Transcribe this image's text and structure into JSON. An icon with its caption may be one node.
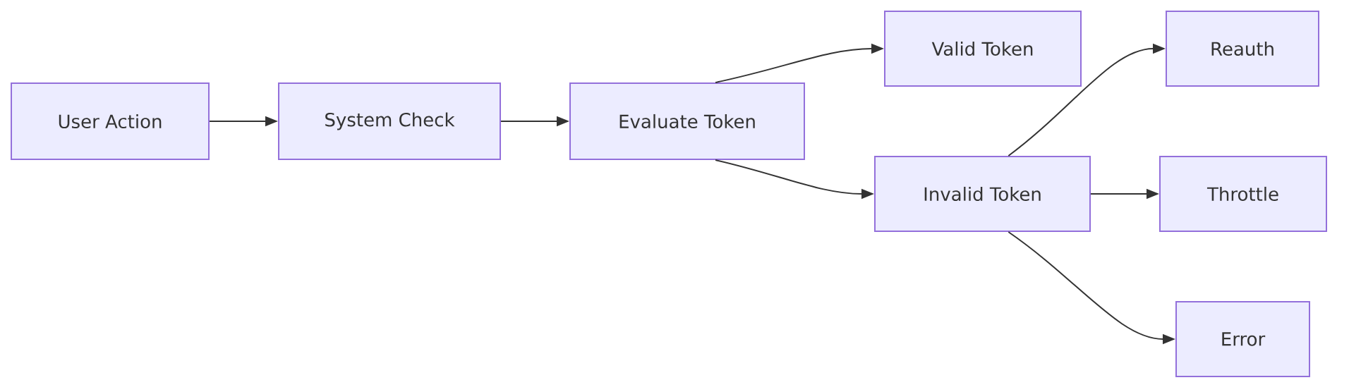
{
  "diagram": {
    "nodes": [
      {
        "text": [
          "User Action"
        ]
      },
      {
        "text": [
          "System Check"
        ]
      },
      {
        "text": [
          "Evaluate Token"
        ]
      },
      {
        "text": [
          "Valid Token"
        ]
      },
      {
        "text": [
          "Invalid Token"
        ]
      },
      {
        "text": [
          "Reauth"
        ]
      },
      {
        "text": [
          "Throttle"
        ]
      },
      {
        "text": [
          "Error"
        ]
      }
    ],
    "edges": [
      {
        "from": 0,
        "to": 1,
        "arrow": "to"
      },
      {
        "from": 1,
        "to": 2,
        "arrow": "to"
      },
      {
        "from": 2,
        "to": 3,
        "arrow": "to"
      },
      {
        "from": 2,
        "to": 4,
        "arrow": "to"
      },
      {
        "from": 4,
        "to": 5,
        "arrow": "to"
      },
      {
        "from": 4,
        "to": 6,
        "arrow": "to"
      },
      {
        "from": 4,
        "to": 7,
        "arrow": "to"
      }
    ]
  }
}
